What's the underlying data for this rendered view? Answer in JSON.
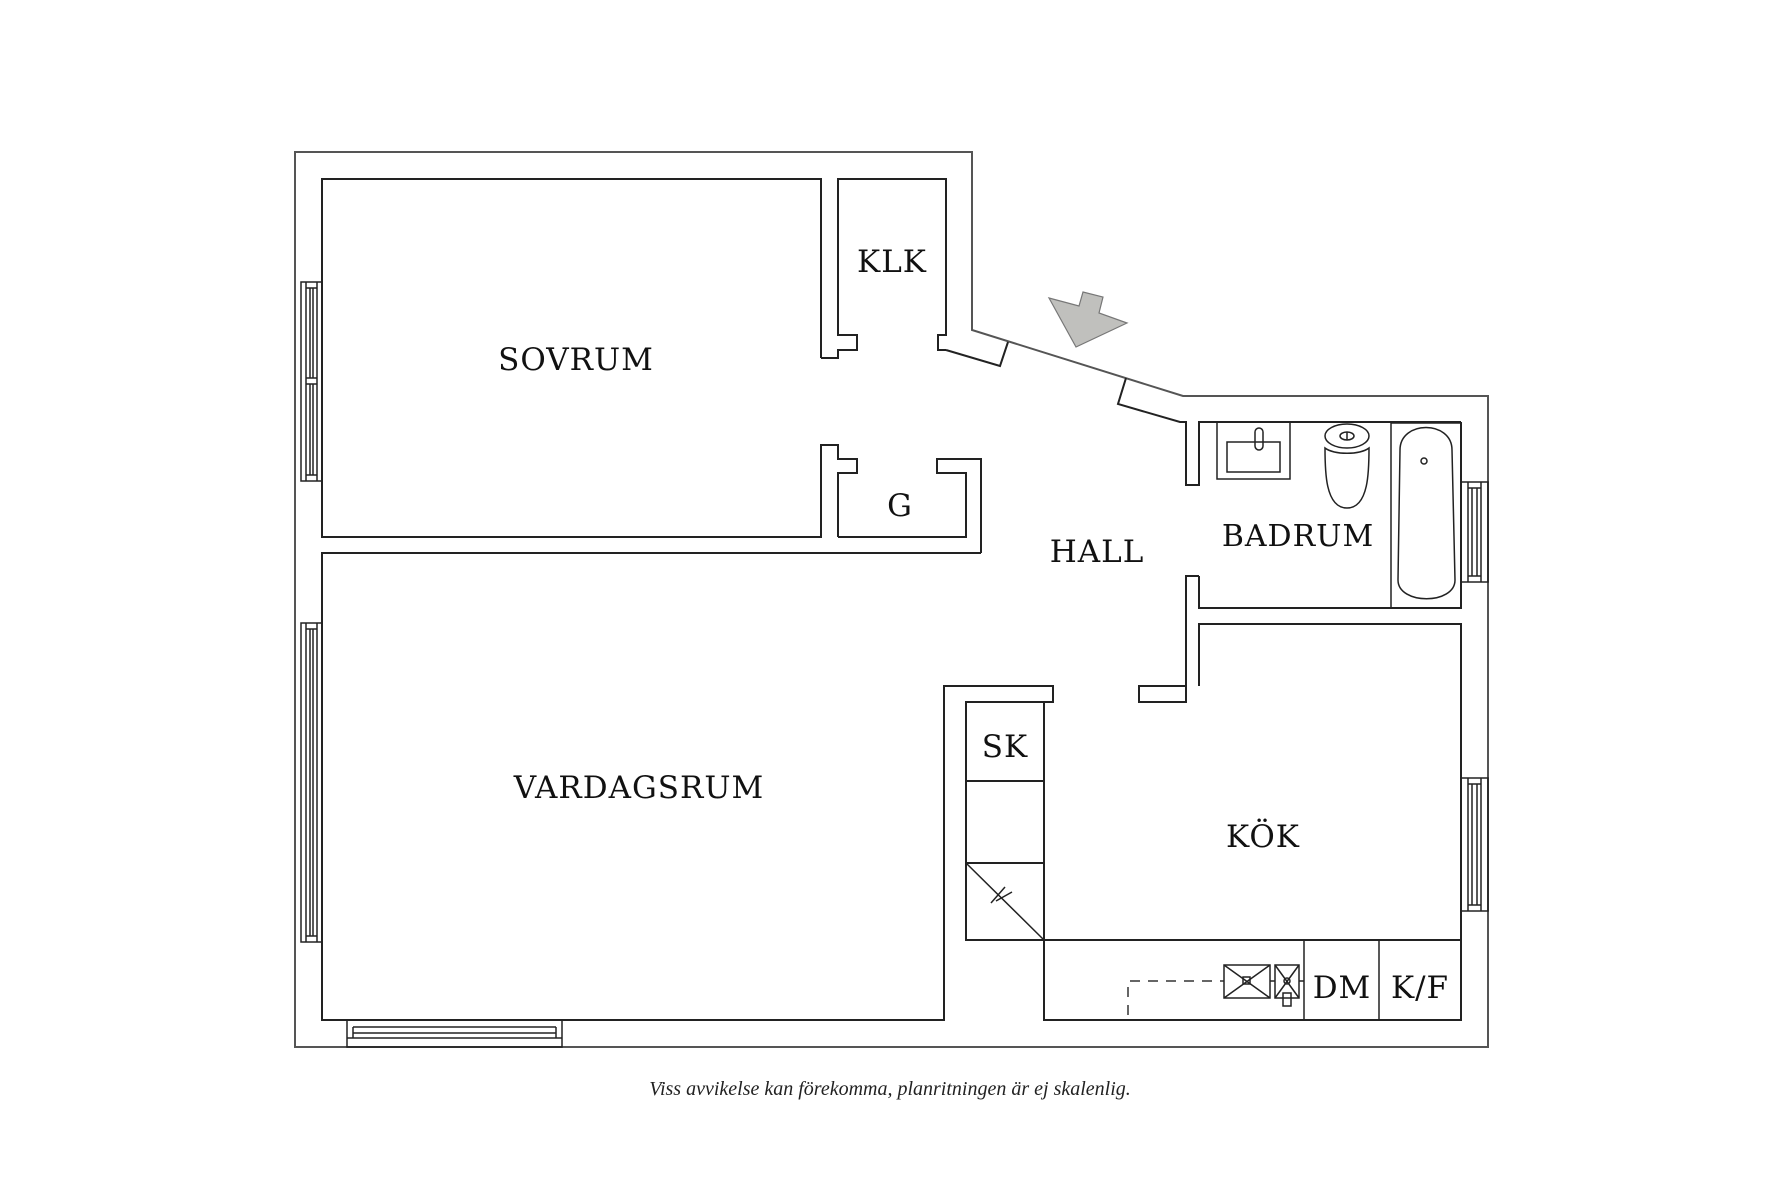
{
  "floorplan": {
    "rooms": {
      "sovrum": "SOVRUM",
      "klk": "KLK",
      "g": "G",
      "hall": "HALL",
      "badrum": "BADRUM",
      "vardagsrum": "VARDAGSRUM",
      "sk": "SK",
      "kok": "KÖK",
      "dm": "DM",
      "kf": "K/F"
    },
    "entrance_arrow_color": "#c0c0bd",
    "caption": "Viss avvikelse kan förekomma, planritningen är ej skalenlig."
  }
}
